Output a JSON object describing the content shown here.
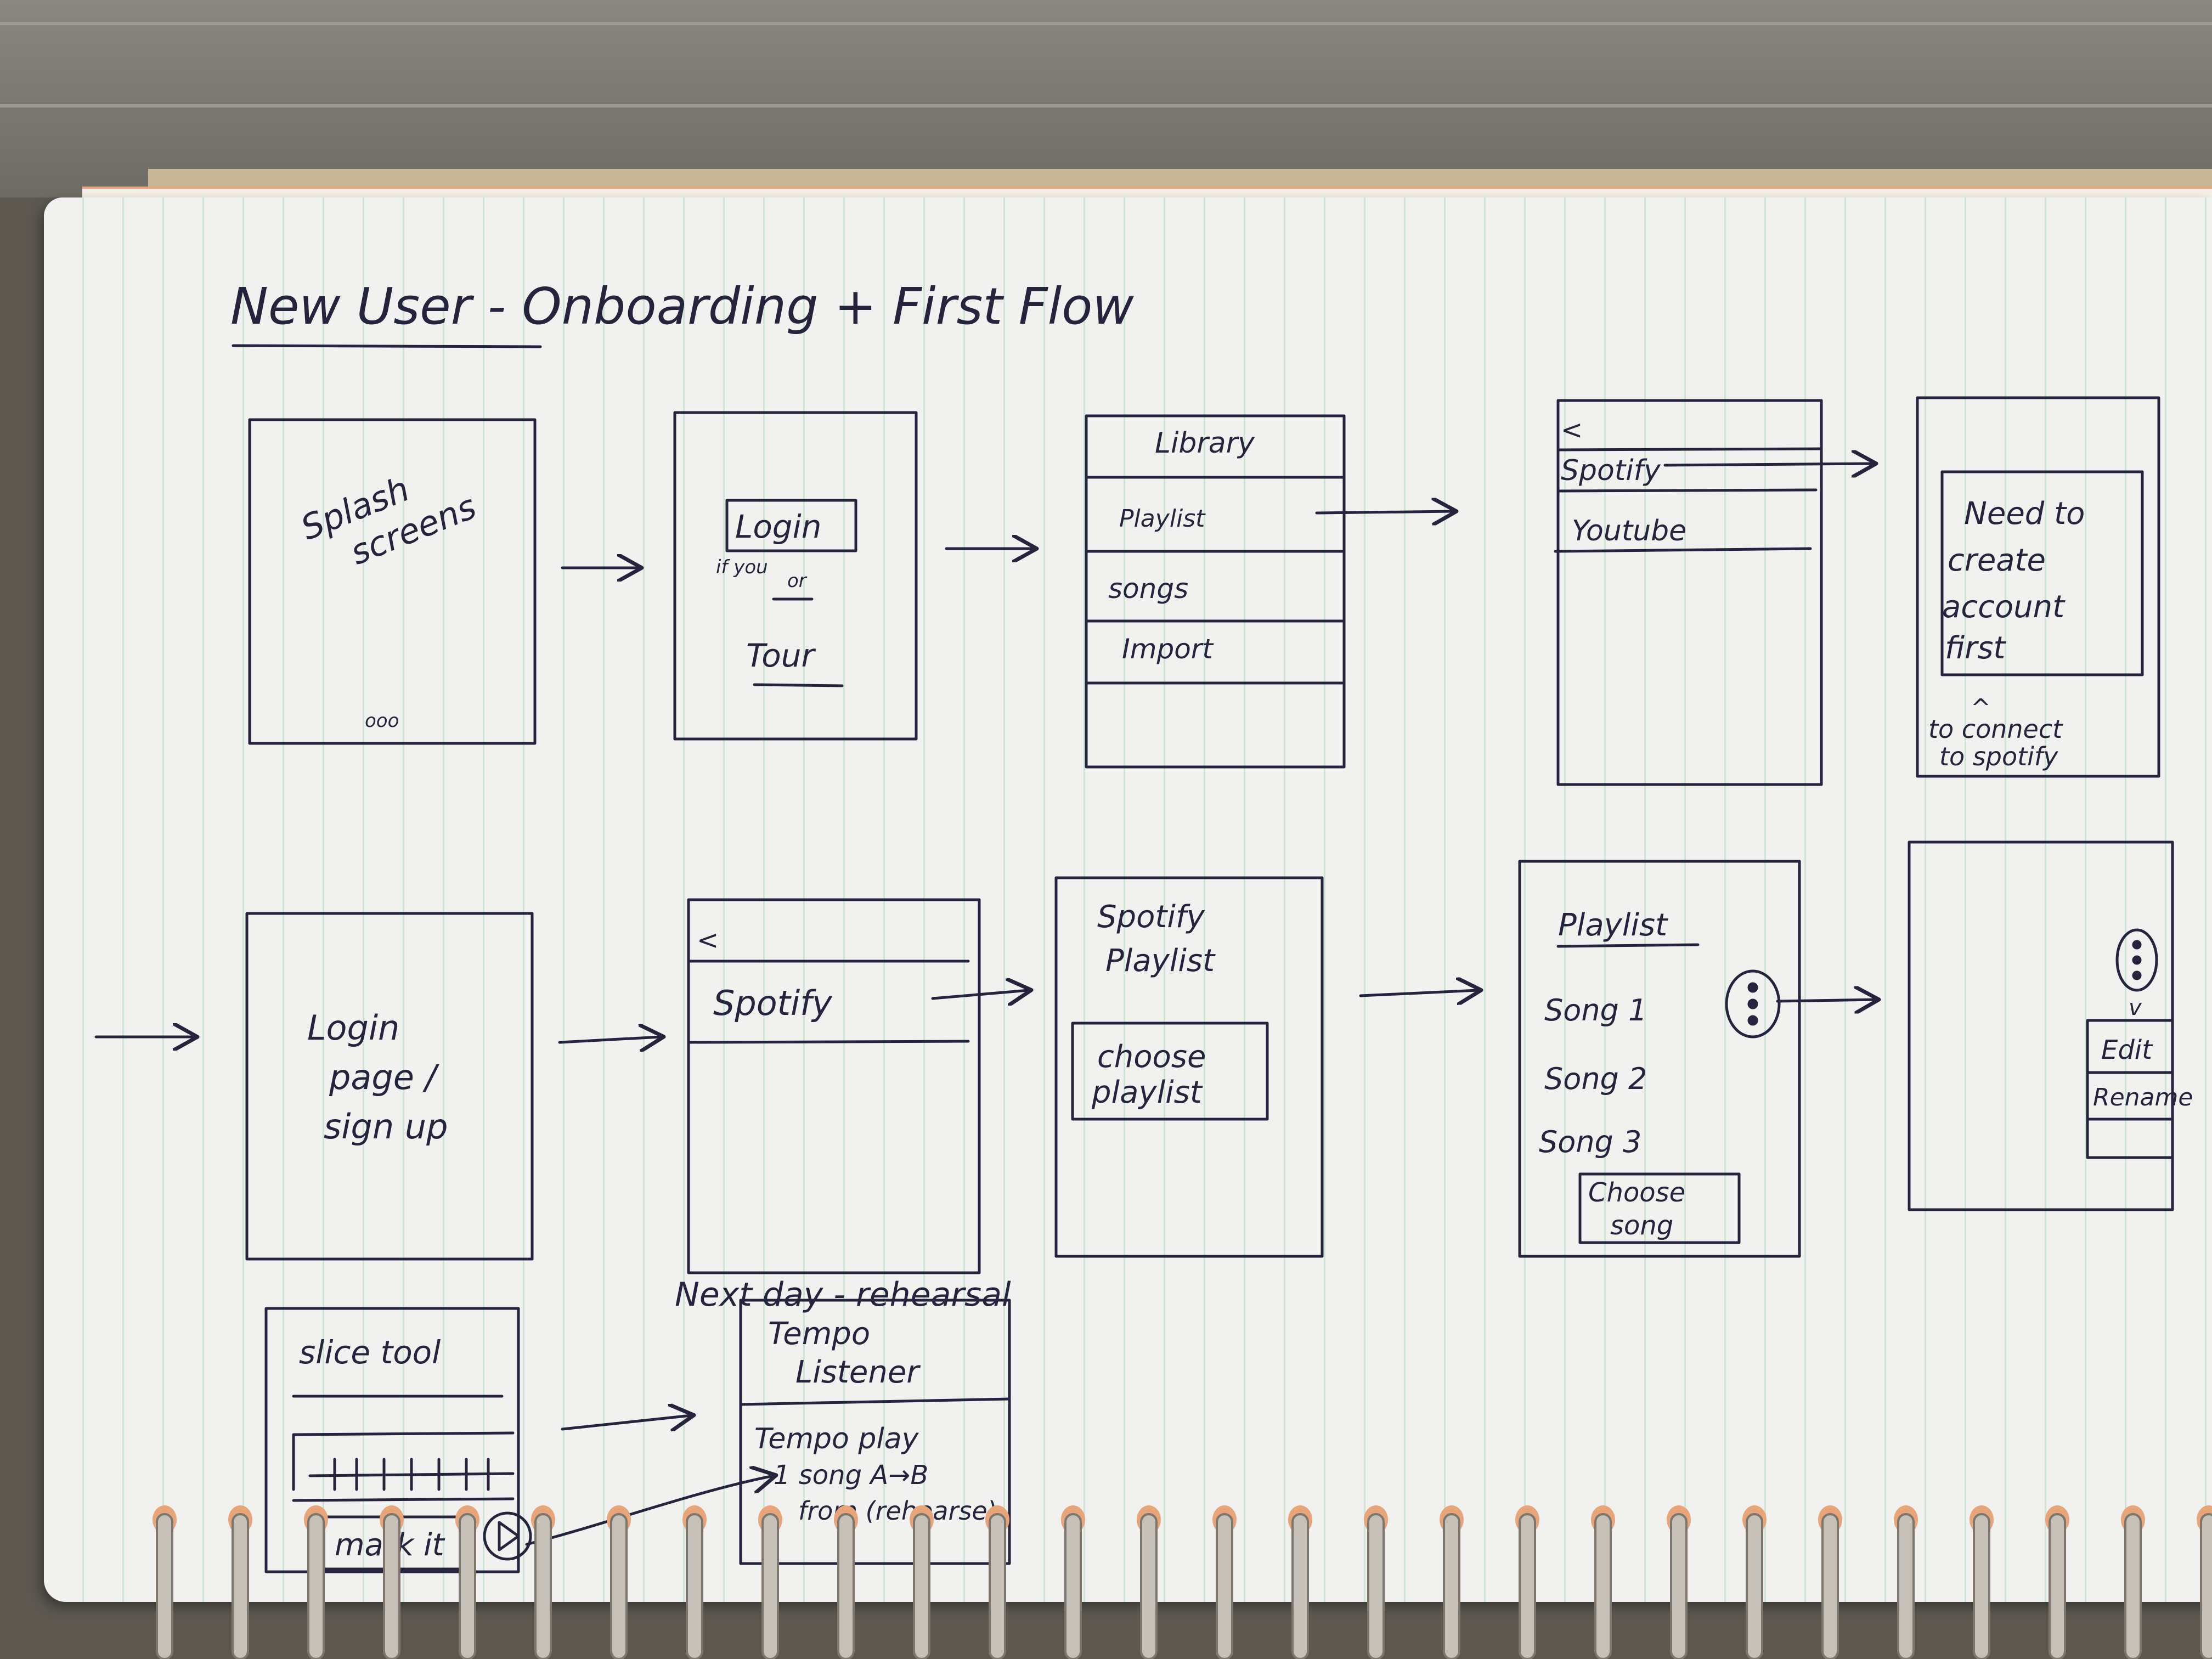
{
  "title": "New User - Onboarding + First Flow",
  "row1": {
    "splash": {
      "l1": "Splash",
      "l2": "screens",
      "dots": "ooo"
    },
    "login": {
      "login": "Login",
      "if_you": "if you",
      "or": "or",
      "tour": "Tour"
    },
    "library": {
      "header": "Library",
      "items": [
        "Playlist",
        "songs",
        "Import"
      ]
    },
    "services": {
      "back": "<",
      "items": [
        "Spotify",
        "Youtube"
      ]
    },
    "account": {
      "box": [
        "Need to",
        "create",
        "account",
        "first"
      ],
      "caret": "^",
      "note": [
        "to connect",
        "to spotify"
      ]
    }
  },
  "row2": {
    "loginpage": {
      "lines": [
        "Login",
        "page /",
        "sign up"
      ]
    },
    "spotifyonly": {
      "back": "<",
      "item": "Spotify"
    },
    "spotifyplaylist": {
      "title": [
        "Spotify",
        "Playlist"
      ],
      "button": [
        "choose",
        "playlist"
      ]
    },
    "playlist": {
      "title": "Playlist",
      "songs": [
        "Song 1",
        "Song 2",
        "Song 3"
      ],
      "button": [
        "Choose",
        "song"
      ]
    },
    "menu": {
      "caret": "v",
      "items": [
        "Edit",
        "Rename"
      ]
    }
  },
  "row3": {
    "note": "Next day - rehearsal",
    "slice": {
      "title": "slice tool",
      "button": "mark it"
    },
    "tempo": {
      "title": [
        "Tempo",
        "Listener"
      ],
      "lines": [
        "Tempo play",
        "1 song A→B",
        "from (rehearse)"
      ]
    }
  }
}
